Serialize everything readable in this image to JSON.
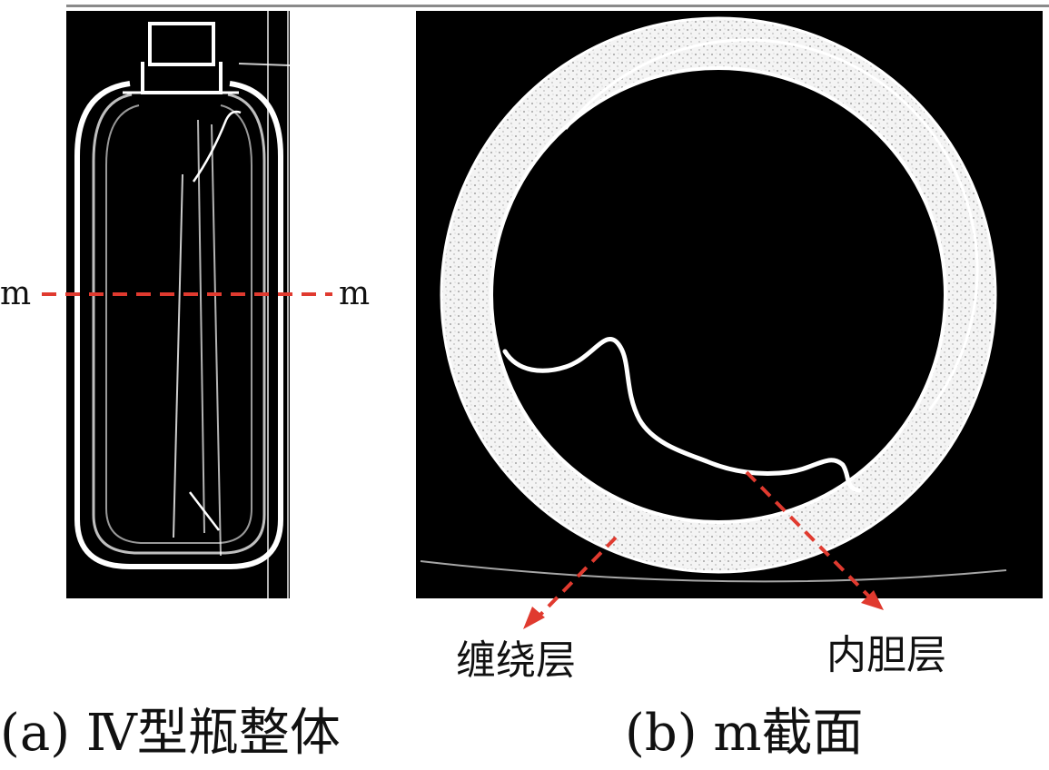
{
  "section_marks": {
    "left": "m",
    "right": "m"
  },
  "annotations": {
    "winding_layer": "缠绕层",
    "liner_layer": "内胆层"
  },
  "captions": {
    "a": "(a) Ⅳ型瓶整体",
    "b": "(b) m截面"
  },
  "colors": {
    "background": "#000000",
    "outline": "#ffffff",
    "cut_line": "#e03a2f",
    "text": "#111111"
  }
}
